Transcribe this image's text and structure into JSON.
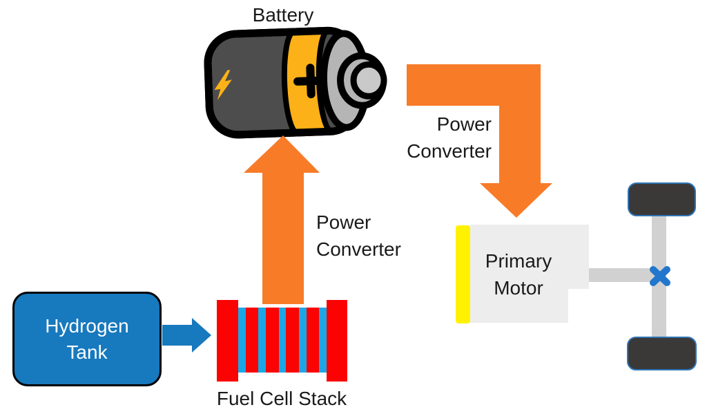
{
  "diagram": {
    "battery": {
      "label": "Battery"
    },
    "hydrogen_tank": {
      "line1": "Hydrogen",
      "line2": "Tank"
    },
    "fuel_cell_stack": {
      "label": "Fuel Cell Stack",
      "stripes": [
        "cyan",
        "red",
        "cyan",
        "red",
        "cyan",
        "red",
        "cyan",
        "red",
        "cyan"
      ]
    },
    "primary_motor": {
      "line1": "Primary",
      "line2": "Motor"
    },
    "power_converter_lower": {
      "line1": "Power",
      "line2": "Converter"
    },
    "power_converter_upper": {
      "line1": "Power",
      "line2": "Converter"
    },
    "arrows": [
      {
        "name": "hydrogen-flow-arrow",
        "from": "Hydrogen Tank",
        "to": "Fuel Cell Stack",
        "color_key": "blue"
      },
      {
        "name": "power-up-arrow",
        "from": "Fuel Cell Stack",
        "to": "Battery",
        "color_key": "orange"
      },
      {
        "name": "power-bent-arrow",
        "from": "Battery",
        "to": "Primary Motor",
        "color_key": "orange"
      }
    ]
  },
  "colors": {
    "orange": "#F87B28",
    "blue": "#1779BE",
    "red": "#FC0303",
    "cyan": "#1BA7E6",
    "motor-yellow": "#FFF200",
    "battery-yellow": "#FBB117",
    "battery-body": "#4D4D4D",
    "battery-cap": "#B5B5B5",
    "battery-cap-inner": "#C9C9C9",
    "motor-gray": "#EDEDED",
    "axle-gray": "#D2D1D1",
    "wheel-dark": "#3B3838",
    "wheel-border": "#2E75B6",
    "x-blue": "#2277CC",
    "text": "#1A1A1A",
    "tank-text": "#FFFFFF"
  }
}
